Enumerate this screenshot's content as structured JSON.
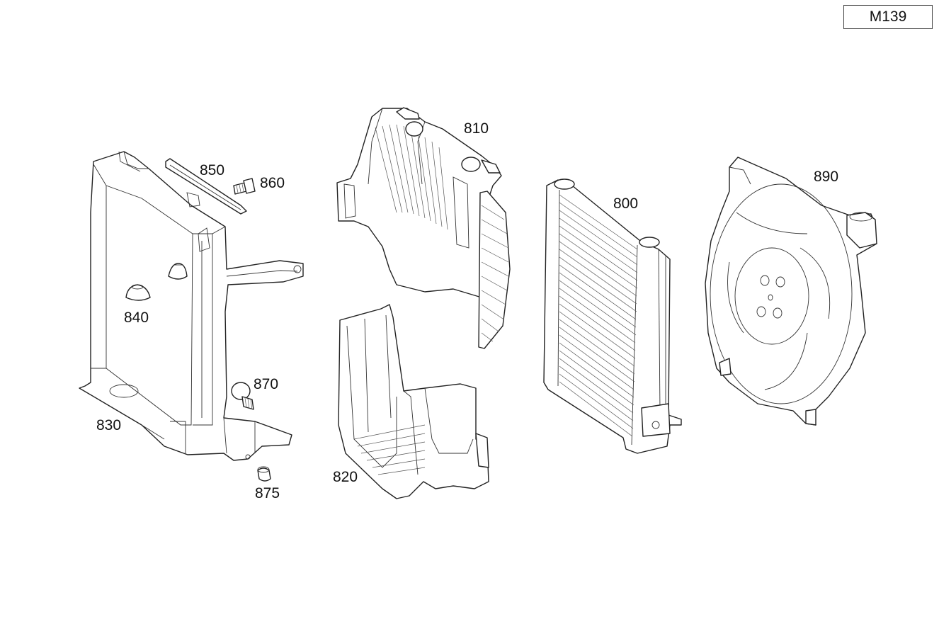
{
  "diagram": {
    "model_code": "M139",
    "callouts": [
      {
        "id": "c830",
        "label": "830"
      },
      {
        "id": "c840",
        "label": "840"
      },
      {
        "id": "c850",
        "label": "850"
      },
      {
        "id": "c860",
        "label": "860"
      },
      {
        "id": "c870",
        "label": "870"
      },
      {
        "id": "c875",
        "label": "875"
      },
      {
        "id": "c810",
        "label": "810"
      },
      {
        "id": "c820",
        "label": "820"
      },
      {
        "id": "c800",
        "label": "800"
      },
      {
        "id": "c890",
        "label": "890"
      }
    ]
  }
}
